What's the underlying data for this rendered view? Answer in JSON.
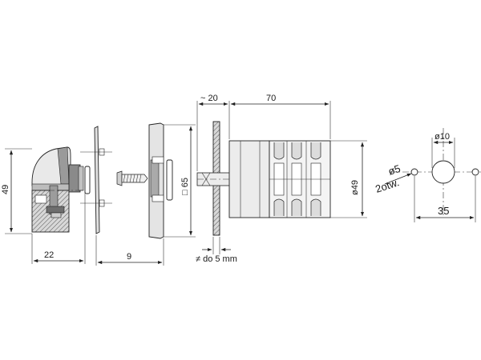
{
  "dimensions": {
    "handle_height": "49",
    "handle_depth": "22",
    "plate_spacing": "9",
    "plate_square": "□ 65",
    "panel_gap": "~ 20",
    "body_length": "70",
    "body_diameter": "ø49",
    "panel_thickness": "≠ do 5 mm",
    "hole_center_diameter": "ø10",
    "hole_spacing": "35",
    "mount_hole_diameter": "ø5",
    "mount_hole_count": "2otw."
  },
  "colors": {
    "line": "#222222",
    "light_fill": "#e6e6e6",
    "mid_fill": "#c8c8c8",
    "dark_fill": "#8a8a8a"
  }
}
